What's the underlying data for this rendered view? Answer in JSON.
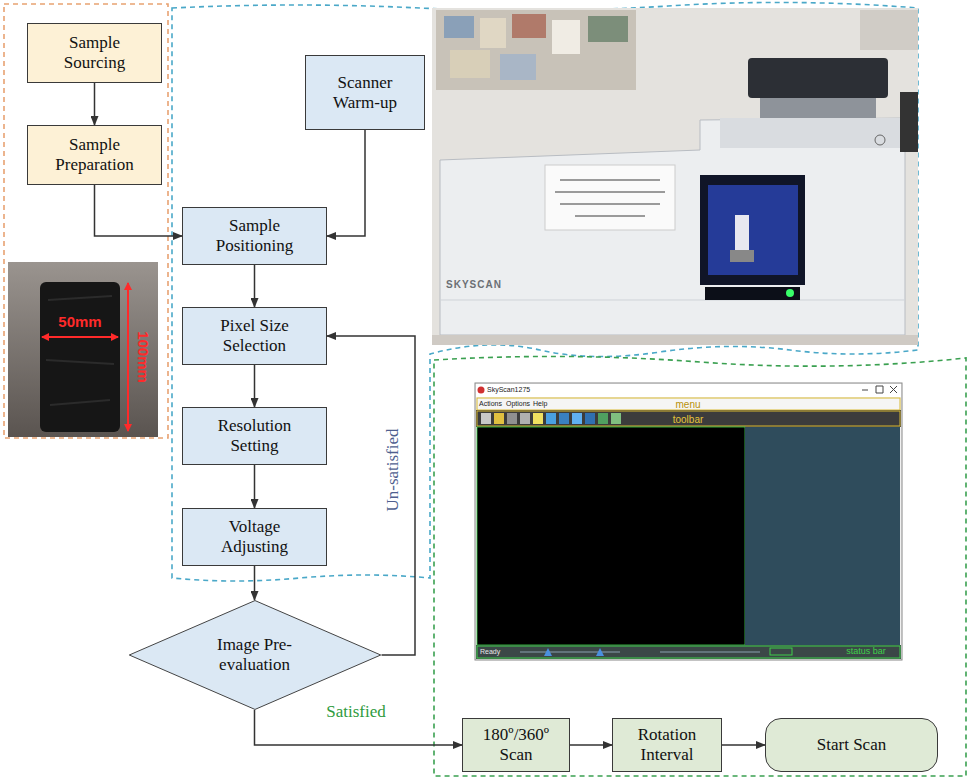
{
  "diagram": {
    "nodes": [
      {
        "text": [
          "Sample Sourcing"
        ]
      },
      {
        "text": [
          "Sample Preparation"
        ]
      },
      {
        "text": [
          "Scanner Warm-up"
        ]
      },
      {
        "text": [
          "Sample Positioning"
        ]
      },
      {
        "text": [
          "Pixel Size Selection"
        ]
      },
      {
        "text": [
          "Resolution Setting"
        ]
      },
      {
        "text": [
          "Voltage Adjusting"
        ]
      },
      {
        "text": [
          "Image Pre-evaluation"
        ]
      },
      {
        "text": [
          "180º/360º Scan"
        ]
      },
      {
        "text": [
          "Rotation Interval"
        ]
      },
      {
        "text": [
          "Start Scan"
        ]
      }
    ],
    "edges": [
      {
        "from": 0,
        "to": 1,
        "arrow": "to"
      },
      {
        "from": 1,
        "to": 3,
        "arrow": "to"
      },
      {
        "from": 2,
        "to": 3,
        "arrow": "to"
      },
      {
        "from": 3,
        "to": 4,
        "arrow": "to"
      },
      {
        "from": 4,
        "to": 5,
        "arrow": "to"
      },
      {
        "from": 5,
        "to": 6,
        "arrow": "to"
      },
      {
        "from": 6,
        "to": 7,
        "arrow": "to"
      },
      {
        "from": 7,
        "to": 4,
        "label": "Un-satisfied",
        "arrow": "to"
      },
      {
        "from": 7,
        "to": 8,
        "label": "Satisfied",
        "arrow": "to"
      },
      {
        "from": 8,
        "to": 9,
        "arrow": "to"
      },
      {
        "from": 9,
        "to": 10,
        "arrow": "to"
      }
    ],
    "labels": [
      "50mm",
      "100mm",
      "SKYSCAN",
      "SkyScan1275",
      "Actions",
      "Options",
      "Help",
      "menu",
      "toolbar",
      "Ready",
      "status bar"
    ]
  }
}
